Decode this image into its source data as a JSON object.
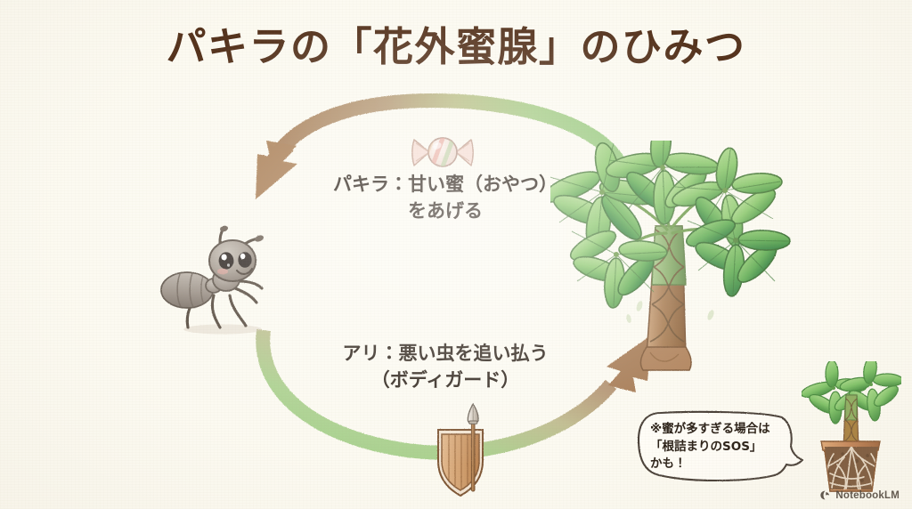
{
  "slide": {
    "title": "パキラの「花外蜜腺」のひみつ",
    "background_color": "#fcfaf1",
    "title_color": "#54321c",
    "text_color": "#2b2118"
  },
  "cycle": {
    "top_label": "パキラ：甘い蜜（おやつ）\nをあげる",
    "bottom_label": "アリ：悪い虫を追い払う\n（ボディガード）",
    "top_arrow": {
      "name": "plant-to-ant-arrow",
      "direction": "right-to-left",
      "start_color": "#8fc97a",
      "end_color": "#a2764e"
    },
    "bottom_arrow": {
      "name": "ant-to-plant-arrow",
      "direction": "left-to-right",
      "start_color": "#9ccd84",
      "end_color": "#a2764e"
    }
  },
  "illustrations": {
    "ant": {
      "name": "ant-illustration",
      "body_color": "#9b9086",
      "outline_color": "#5a4f45"
    },
    "pachira": {
      "name": "pachira-plant-illustration",
      "leaf_color": "#8cc671",
      "leaf_dark_color": "#4f9447",
      "trunk_color": "#a6784f"
    },
    "candy": {
      "name": "candy-icon",
      "wrapper_color": "#f4d4cc",
      "body_color": "#f6e6dd"
    },
    "shield": {
      "name": "shield-icon",
      "plank_color": "#d8a878",
      "rim_color": "#8a5f3b"
    },
    "spear": {
      "name": "spear-icon",
      "shaft_color": "#b08355",
      "tip_color": "#cfc6bb"
    },
    "potted_pachira": {
      "name": "root-bound-potted-pachira-illustration",
      "pot_color": "#c98a5c",
      "soil_color": "#7d5a3c",
      "root_color": "#e8dbc8"
    }
  },
  "callout": {
    "text": "※蜜が多すぎる場合は\n「根詰まりのSOS」\nかも！",
    "border_color": "#4a4038",
    "fill_color": "#fffdf7"
  },
  "watermark": {
    "label": "NotebookLM",
    "icon": "notebooklm-logo-icon"
  }
}
